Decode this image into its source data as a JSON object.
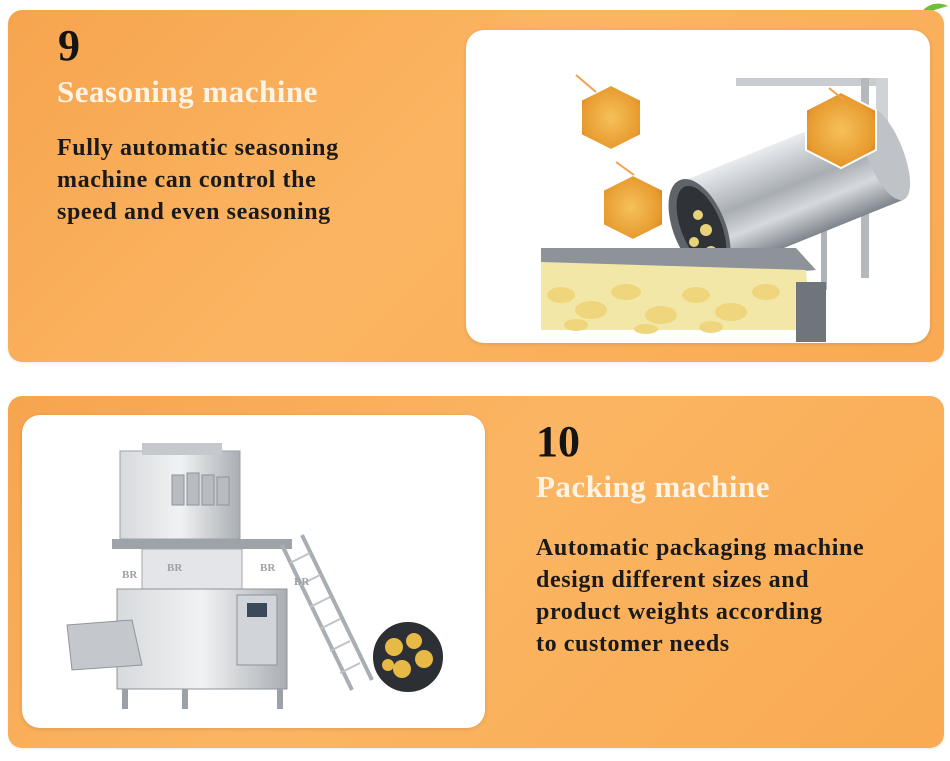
{
  "sections": [
    {
      "number": "9",
      "title": "Seasoning machine",
      "description_lines": [
        "Fully automatic seasoning",
        "machine can control the",
        "speed and even seasoning"
      ]
    },
    {
      "number": "10",
      "title": "Packing machine",
      "description_lines": [
        "Automatic packaging machine",
        "design different sizes and",
        "product weights according",
        "to customer needs"
      ]
    }
  ],
  "watermark": "BR",
  "colors": {
    "card_orange": "#f9aa52",
    "title_cream": "#fff3e3",
    "text_dark": "#1a1a1a",
    "photo_bg": "#ffffff"
  }
}
